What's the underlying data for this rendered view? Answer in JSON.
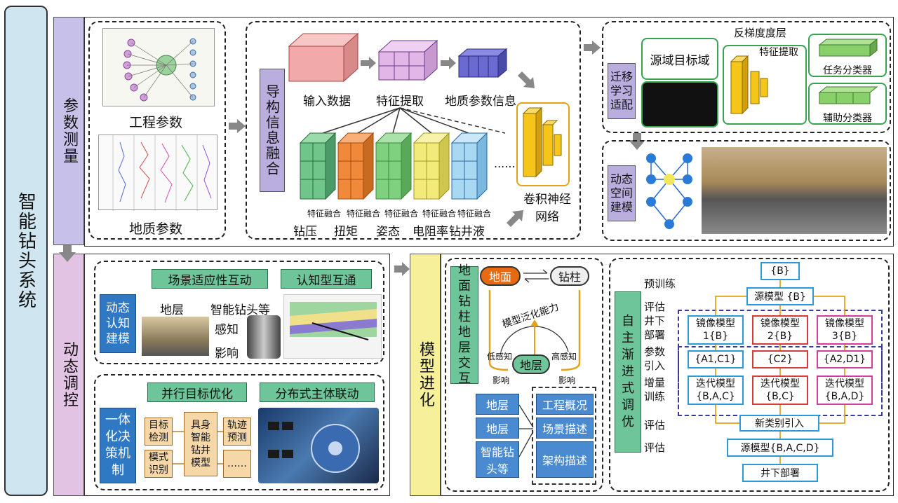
{
  "system": "智能钻头系统",
  "bands": {
    "param": "参数测量",
    "control": "动态调控",
    "evolve": "模型进化"
  },
  "param": {
    "eng_label": "工程参数",
    "geo_label": "地质参数",
    "fusion": "导构信息融合",
    "input": "输入数据",
    "feat": "特征提取",
    "geo_info": "地质参数信息",
    "cnn": "卷积神经网络",
    "fuse": "特征融合",
    "items": [
      "钻压",
      "扭矩",
      "姿态",
      "电阻率",
      "钻井液"
    ],
    "ellipsis": "......",
    "transfer": "迁移学习适配",
    "grad": "反梯度度层",
    "domain": "源域目标域",
    "feat2": "特征提取",
    "task": "任务分类器",
    "aux": "辅助分类器",
    "dyn": "动态空间建模"
  },
  "control": {
    "scene": "场景适应性互动",
    "cog": "认知型互通",
    "dyn_cog": "动态认知建模",
    "layer": "地层",
    "smart": "智能钻头等",
    "sense": "感知",
    "affect": "影响",
    "parallel": "并行目标优化",
    "dist": "分布式主体联动",
    "decision": "一体化决策机制",
    "target": "目标检测",
    "pattern": "模式识别",
    "embodied": "具身智能钻井模型",
    "traj": "轨迹预测",
    "dots": "……"
  },
  "evolve": {
    "interact": "地面钻柱地层交互",
    "ground": "地面",
    "string": "钻柱",
    "gen": "模型泛化能力",
    "low": "低感知",
    "high": "高感知",
    "layer": "地层",
    "aff1": "影响",
    "aff2": "影响",
    "l1": "地层",
    "l2": "地层",
    "l3": "智能钻头等",
    "r1": "工程概况",
    "r2": "场景描述",
    "r3": "架构描述",
    "auto": "自主渐进式调优",
    "pre": "预训练",
    "eval_deploy": "评估井下部署",
    "param_in": "参数引入",
    "inc": "增量训练",
    "eval1": "评估",
    "eval2": "评估",
    "b": "{B}",
    "src": "源模型 {B}",
    "m1": "镜像模型 1{B}",
    "m2": "镜像模型 2{B}",
    "m3": "镜像模型 3{B}",
    "p1": "{A1,C1}",
    "p2": "{C2}",
    "p3": "{A2,D1}",
    "i1": "迭代模型 {B,A,C}",
    "i2": "迭代模型 {B,C}",
    "i3": "迭代模型 {B,A,D}",
    "newcls": "新类别引入",
    "src2": "源模型{B,A,C,D}",
    "deploy": "井下部署"
  }
}
